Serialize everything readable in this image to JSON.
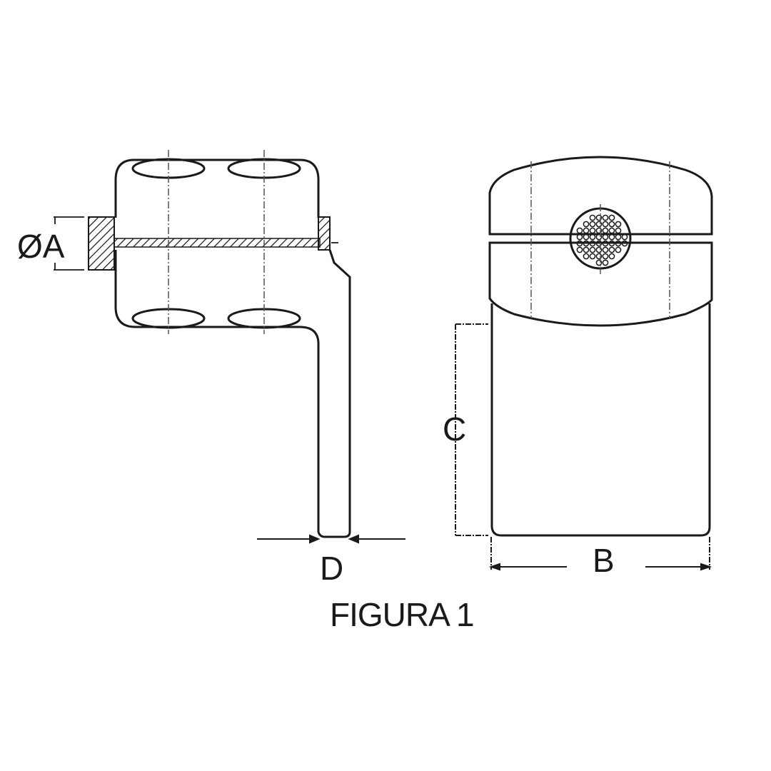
{
  "figure": {
    "caption": "FIGURA 1",
    "views": [
      {
        "name": "side-view",
        "description": "connector side view with L-shaped tab"
      },
      {
        "name": "front-view",
        "description": "connector front view with stranded conductor cross-section"
      }
    ],
    "dimensions": {
      "A": "ØA",
      "B": "B",
      "C": "C",
      "D": "D"
    },
    "colors": {
      "line": "#1a1a1a",
      "background": "#ffffff"
    }
  }
}
